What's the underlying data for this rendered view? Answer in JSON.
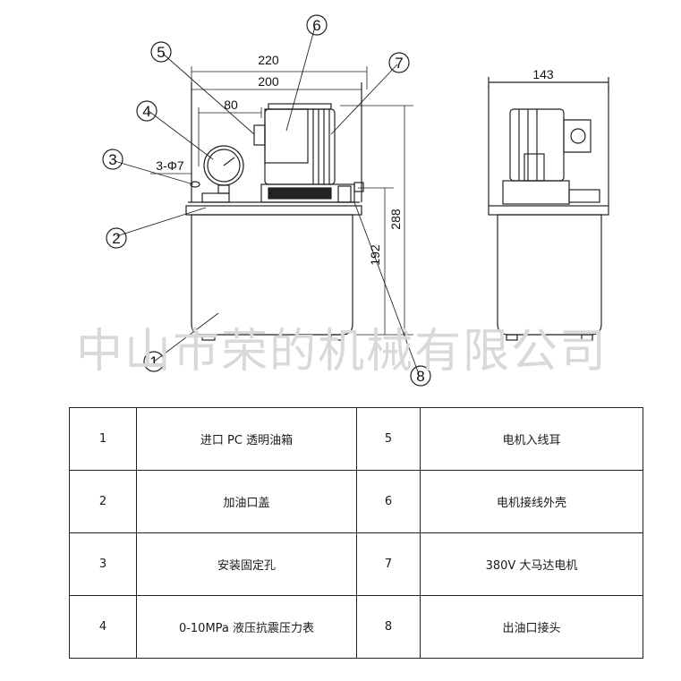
{
  "drawing": {
    "dimensions": {
      "width_overall": "220",
      "width_tank": "200",
      "width_gauge": "80",
      "height_total": "288",
      "height_tank": "192",
      "side_width": "143",
      "mount_hole": "3-Φ7"
    },
    "callouts": [
      "1",
      "2",
      "3",
      "4",
      "5",
      "6",
      "7",
      "8"
    ],
    "watermark": "中山市荣的机械有限公司"
  },
  "parts": [
    {
      "left_no": "1",
      "left_name": "进口 PC 透明油箱",
      "right_no": "5",
      "right_name": "电机入线耳"
    },
    {
      "left_no": "2",
      "left_name": "加油口盖",
      "right_no": "6",
      "right_name": "电机接线外壳"
    },
    {
      "left_no": "3",
      "left_name": "安装固定孔",
      "right_no": "7",
      "right_name": "380V 大马达电机"
    },
    {
      "left_no": "4",
      "left_name": "0-10MPa 液压抗震压力表",
      "right_no": "8",
      "right_name": "出油口接头"
    }
  ]
}
